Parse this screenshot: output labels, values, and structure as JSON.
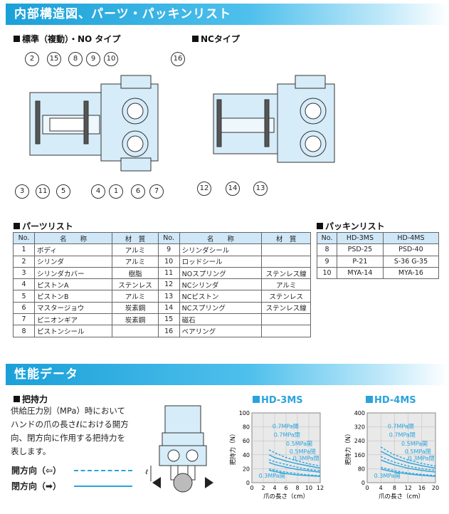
{
  "section1_title": "内部構造図、パーツ・パッキンリスト",
  "diagram_std_title": "標準（複動）・NO タイプ",
  "diagram_nc_title": "NCタイプ",
  "callouts_top": [
    "2",
    "15",
    "8",
    "9",
    "10",
    "16"
  ],
  "callouts_bottom": [
    "3",
    "11",
    "5",
    "4",
    "1",
    "6",
    "7"
  ],
  "callouts_nc": [
    "12",
    "14",
    "13"
  ],
  "parts_title": "パーツリスト",
  "parts_headers": {
    "no": "No.",
    "name": "名　　称",
    "material": "材　質"
  },
  "parts_left": [
    {
      "no": "1",
      "name": "ボディ",
      "material": "アルミ"
    },
    {
      "no": "2",
      "name": "シリンダ",
      "material": "アルミ"
    },
    {
      "no": "3",
      "name": "シリンダカバー",
      "material": "樹脂"
    },
    {
      "no": "4",
      "name": "ピストンA",
      "material": "ステンレス"
    },
    {
      "no": "5",
      "name": "ピストンB",
      "material": "アルミ"
    },
    {
      "no": "6",
      "name": "マスタージョウ",
      "material": "炭素鋼"
    },
    {
      "no": "7",
      "name": "ピニオンギア",
      "material": "炭素鋼"
    },
    {
      "no": "8",
      "name": "ピストンシール",
      "material": ""
    }
  ],
  "parts_right": [
    {
      "no": "9",
      "name": "シリンダシール",
      "material": ""
    },
    {
      "no": "10",
      "name": "ロッドシール",
      "material": ""
    },
    {
      "no": "11",
      "name": "NOスプリング",
      "material": "ステンレス線"
    },
    {
      "no": "12",
      "name": "NCシリンダ",
      "material": "アルミ"
    },
    {
      "no": "13",
      "name": "NCピストン",
      "material": "ステンレス"
    },
    {
      "no": "14",
      "name": "NCスプリング",
      "material": "ステンレス線"
    },
    {
      "no": "15",
      "name": "磁石",
      "material": ""
    },
    {
      "no": "16",
      "name": "ベアリング",
      "material": ""
    }
  ],
  "packing_title": "パッキンリスト",
  "packing_headers": [
    "No.",
    "HD-3MS",
    "HD-4MS"
  ],
  "packing_rows": [
    [
      "8",
      "PSD-25",
      "PSD-40"
    ],
    [
      "9",
      "P-21",
      "S-36 G-35"
    ],
    [
      "10",
      "MYA-14",
      "MYA-16"
    ]
  ],
  "section2_title": "性能データ",
  "grip_title": "把持力",
  "grip_text": [
    "供給圧力別（MPa）時において",
    "ハンドの爪の長さℓにおける開方",
    "向、閉方向に作用する把持力を",
    "表します。"
  ],
  "legend_open": "開方向（⇦）",
  "legend_close": "閉方向（➡）",
  "ell_label": "ℓ",
  "colors": {
    "banner": "#29a3dd",
    "header_fill": "#cfe7f7",
    "diagram_fill": "#d6ecf8",
    "chart_line": "#29a3dd",
    "chart_bg": "#e9e9e9"
  },
  "chart_data": [
    {
      "type": "line",
      "title": "HD-3MS",
      "xlabel": "爪の長さ（cm）",
      "ylabel": "把持力（N）",
      "xticks": [
        0,
        2,
        4,
        6,
        8,
        10,
        12
      ],
      "yticks": [
        0,
        20,
        40,
        60,
        80,
        100
      ],
      "xlim": [
        0,
        12
      ],
      "ylim": [
        0,
        100
      ],
      "annotations": [
        "0.7MPa開",
        "0.7MPa閉",
        "0.5MPa開",
        "0.5MPa閉",
        "0.3MPa閉",
        "0.3MPa開"
      ],
      "series": [
        {
          "name": "0.7MPa開",
          "style": "dashed",
          "x": [
            3,
            4,
            6,
            8,
            10,
            12
          ],
          "y": [
            47,
            43,
            36,
            31,
            27,
            24
          ]
        },
        {
          "name": "0.7MPa閉",
          "style": "solid",
          "x": [
            3,
            4,
            6,
            8,
            10,
            12
          ],
          "y": [
            40,
            36,
            31,
            27,
            24,
            21
          ]
        },
        {
          "name": "0.5MPa開",
          "style": "dashed",
          "x": [
            3,
            4,
            6,
            8,
            10,
            12
          ],
          "y": [
            33,
            30,
            26,
            22,
            19,
            17
          ]
        },
        {
          "name": "0.5MPa閉",
          "style": "solid",
          "x": [
            3,
            4,
            6,
            8,
            10,
            12
          ],
          "y": [
            29,
            26,
            22,
            19,
            17,
            15
          ]
        },
        {
          "name": "0.3MPa閉",
          "style": "solid",
          "x": [
            3,
            4,
            6,
            8,
            10,
            12
          ],
          "y": [
            18,
            16,
            13,
            11,
            10,
            9
          ]
        },
        {
          "name": "0.3MPa開",
          "style": "dashed",
          "x": [
            3,
            4,
            6,
            8,
            10,
            12
          ],
          "y": [
            20,
            18,
            15,
            13,
            11,
            10
          ]
        }
      ]
    },
    {
      "type": "line",
      "title": "HD-4MS",
      "xlabel": "爪の長さ（cm）",
      "ylabel": "把持力（N）",
      "xticks": [
        0,
        4,
        8,
        12,
        16,
        20
      ],
      "yticks": [
        0,
        80,
        160,
        240,
        320,
        400
      ],
      "xlim": [
        0,
        20
      ],
      "ylim": [
        0,
        400
      ],
      "annotations": [
        "0.7MPa開",
        "0.7MPa閉",
        "0.5MPa開",
        "0.5MPa閉",
        "0.3MPa閉",
        "0.3MPa開"
      ],
      "series": [
        {
          "name": "0.7MPa開",
          "style": "dashed",
          "x": [
            4,
            6,
            8,
            12,
            16,
            20
          ],
          "y": [
            205,
            180,
            160,
            130,
            110,
            95
          ]
        },
        {
          "name": "0.7MPa閉",
          "style": "solid",
          "x": [
            4,
            6,
            8,
            12,
            16,
            20
          ],
          "y": [
            180,
            160,
            140,
            115,
            97,
            84
          ]
        },
        {
          "name": "0.5MPa開",
          "style": "dashed",
          "x": [
            4,
            6,
            8,
            12,
            16,
            20
          ],
          "y": [
            150,
            132,
            117,
            95,
            80,
            70
          ]
        },
        {
          "name": "0.5MPa閉",
          "style": "solid",
          "x": [
            4,
            6,
            8,
            12,
            16,
            20
          ],
          "y": [
            130,
            115,
            102,
            83,
            70,
            61
          ]
        },
        {
          "name": "0.3MPa閉",
          "style": "solid",
          "x": [
            4,
            6,
            8,
            12,
            16,
            20
          ],
          "y": [
            78,
            69,
            61,
            50,
            42,
            36
          ]
        },
        {
          "name": "0.3MPa開",
          "style": "dashed",
          "x": [
            4,
            6,
            8,
            12,
            16,
            20
          ],
          "y": [
            88,
            78,
            69,
            56,
            47,
            41
          ]
        }
      ]
    }
  ]
}
